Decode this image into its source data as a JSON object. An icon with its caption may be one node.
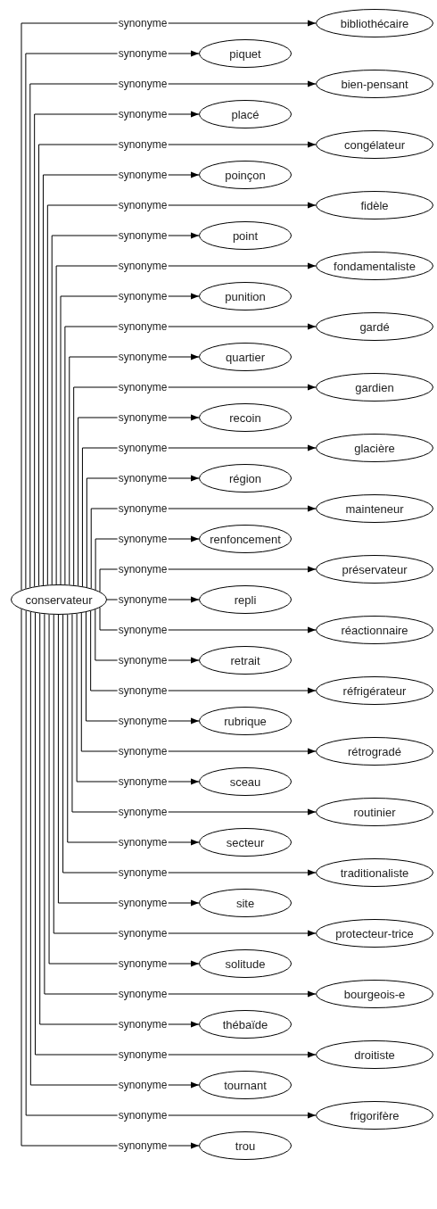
{
  "diagram": {
    "nodes": [
      {
        "text": [
          "conservateur"
        ]
      },
      {
        "text": [
          "piquet"
        ]
      },
      {
        "text": [
          "placé"
        ]
      },
      {
        "text": [
          "poinçon"
        ]
      },
      {
        "text": [
          "point"
        ]
      },
      {
        "text": [
          "punition"
        ]
      },
      {
        "text": [
          "quartier"
        ]
      },
      {
        "text": [
          "recoin"
        ]
      },
      {
        "text": [
          "région"
        ]
      },
      {
        "text": [
          "renfoncement"
        ]
      },
      {
        "text": [
          "repli"
        ]
      },
      {
        "text": [
          "retrait"
        ]
      },
      {
        "text": [
          "rubrique"
        ]
      },
      {
        "text": [
          "sceau"
        ]
      },
      {
        "text": [
          "secteur"
        ]
      },
      {
        "text": [
          "site"
        ]
      },
      {
        "text": [
          "solitude"
        ]
      },
      {
        "text": [
          "thébaïde"
        ]
      },
      {
        "text": [
          "tournant"
        ]
      },
      {
        "text": [
          "trou"
        ]
      },
      {
        "text": [
          "bibliothécaire"
        ]
      },
      {
        "text": [
          "bien-pensant"
        ]
      },
      {
        "text": [
          "congélateur"
        ]
      },
      {
        "text": [
          "fidèle"
        ]
      },
      {
        "text": [
          "fondamentaliste"
        ]
      },
      {
        "text": [
          "gardé"
        ]
      },
      {
        "text": [
          "gardien"
        ]
      },
      {
        "text": [
          "glacière"
        ]
      },
      {
        "text": [
          "mainteneur"
        ]
      },
      {
        "text": [
          "préservateur"
        ]
      },
      {
        "text": [
          "réactionnaire"
        ]
      },
      {
        "text": [
          "réfrigérateur"
        ]
      },
      {
        "text": [
          "rétrogradé"
        ]
      },
      {
        "text": [
          "routinier"
        ]
      },
      {
        "text": [
          "traditionaliste"
        ]
      },
      {
        "text": [
          "protecteur-trice"
        ]
      },
      {
        "text": [
          "bourgeois-e"
        ]
      },
      {
        "text": [
          "droitiste"
        ]
      },
      {
        "text": [
          "frigorifère"
        ]
      }
    ],
    "edges": [
      {
        "from": 0,
        "to": 1,
        "arrow": "to",
        "label": "synonyme"
      },
      {
        "from": 0,
        "to": 2,
        "arrow": "to",
        "label": "synonyme"
      },
      {
        "from": 0,
        "to": 3,
        "arrow": "to",
        "label": "synonyme"
      },
      {
        "from": 0,
        "to": 4,
        "arrow": "to",
        "label": "synonyme"
      },
      {
        "from": 0,
        "to": 5,
        "arrow": "to",
        "label": "synonyme"
      },
      {
        "from": 0,
        "to": 6,
        "arrow": "to",
        "label": "synonyme"
      },
      {
        "from": 0,
        "to": 7,
        "arrow": "to",
        "label": "synonyme"
      },
      {
        "from": 0,
        "to": 8,
        "arrow": "to",
        "label": "synonyme"
      },
      {
        "from": 0,
        "to": 9,
        "arrow": "to",
        "label": "synonyme"
      },
      {
        "from": 0,
        "to": 10,
        "arrow": "to",
        "label": "synonyme"
      },
      {
        "from": 0,
        "to": 11,
        "arrow": "to",
        "label": "synonyme"
      },
      {
        "from": 0,
        "to": 12,
        "arrow": "to",
        "label": "synonyme"
      },
      {
        "from": 0,
        "to": 13,
        "arrow": "to",
        "label": "synonyme"
      },
      {
        "from": 0,
        "to": 14,
        "arrow": "to",
        "label": "synonyme"
      },
      {
        "from": 0,
        "to": 15,
        "arrow": "to",
        "label": "synonyme"
      },
      {
        "from": 0,
        "to": 16,
        "arrow": "to",
        "label": "synonyme"
      },
      {
        "from": 0,
        "to": 17,
        "arrow": "to",
        "label": "synonyme"
      },
      {
        "from": 0,
        "to": 18,
        "arrow": "to",
        "label": "synonyme"
      },
      {
        "from": 0,
        "to": 19,
        "arrow": "to",
        "label": "synonyme"
      },
      {
        "from": 0,
        "to": 20,
        "arrow": "to",
        "label": "synonyme"
      },
      {
        "from": 0,
        "to": 21,
        "arrow": "to",
        "label": "synonyme"
      },
      {
        "from": 0,
        "to": 22,
        "arrow": "to",
        "label": "synonyme"
      },
      {
        "from": 0,
        "to": 23,
        "arrow": "to",
        "label": "synonyme"
      },
      {
        "from": 0,
        "to": 24,
        "arrow": "to",
        "label": "synonyme"
      },
      {
        "from": 0,
        "to": 25,
        "arrow": "to",
        "label": "synonyme"
      },
      {
        "from": 0,
        "to": 26,
        "arrow": "to",
        "label": "synonyme"
      },
      {
        "from": 0,
        "to": 27,
        "arrow": "to",
        "label": "synonyme"
      },
      {
        "from": 0,
        "to": 28,
        "arrow": "to",
        "label": "synonyme"
      },
      {
        "from": 0,
        "to": 29,
        "arrow": "to",
        "label": "synonyme"
      },
      {
        "from": 0,
        "to": 30,
        "arrow": "to",
        "label": "synonyme"
      },
      {
        "from": 0,
        "to": 31,
        "arrow": "to",
        "label": "synonyme"
      },
      {
        "from": 0,
        "to": 32,
        "arrow": "to",
        "label": "synonyme"
      },
      {
        "from": 0,
        "to": 33,
        "arrow": "to",
        "label": "synonyme"
      },
      {
        "from": 0,
        "to": 34,
        "arrow": "to",
        "label": "synonyme"
      },
      {
        "from": 0,
        "to": 35,
        "arrow": "to",
        "label": "synonyme"
      },
      {
        "from": 0,
        "to": 36,
        "arrow": "to",
        "label": "synonyme"
      },
      {
        "from": 0,
        "to": 37,
        "arrow": "to",
        "label": "synonyme"
      },
      {
        "from": 0,
        "to": 38,
        "arrow": "to",
        "label": "synonyme"
      }
    ]
  }
}
